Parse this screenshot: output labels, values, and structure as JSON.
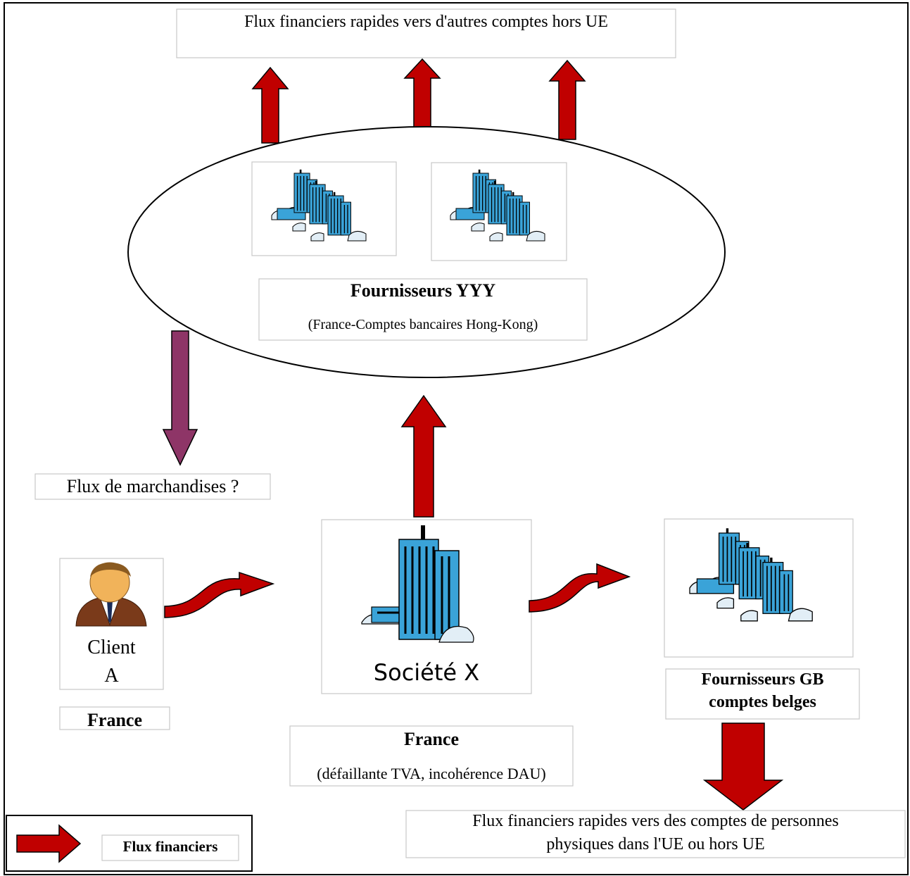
{
  "top_box": {
    "text": "Flux financiers rapides vers d'autres comptes hors UE"
  },
  "yyy": {
    "title": "Fournisseurs YYY",
    "subtitle": "(France-Comptes bancaires Hong-Kong)"
  },
  "goods_flow": {
    "label": "Flux de marchandises ?"
  },
  "client": {
    "line1": "Client",
    "line2": "A",
    "country": "France"
  },
  "societe": {
    "name": "Société X",
    "country": "France",
    "detail": "(défaillante TVA, incohérence DAU)"
  },
  "gb": {
    "line1": "Fournisseurs GB",
    "line2": "comptes belges"
  },
  "bottom_box": {
    "line1": "Flux financiers rapides vers des comptes de personnes",
    "line2": "physiques dans l'UE ou hors UE"
  },
  "legend": {
    "label": "Flux financiers"
  },
  "colors": {
    "arrow_red": "#c00000",
    "arrow_purple": "#8e3567",
    "building_blue": "#3aa3d8"
  }
}
